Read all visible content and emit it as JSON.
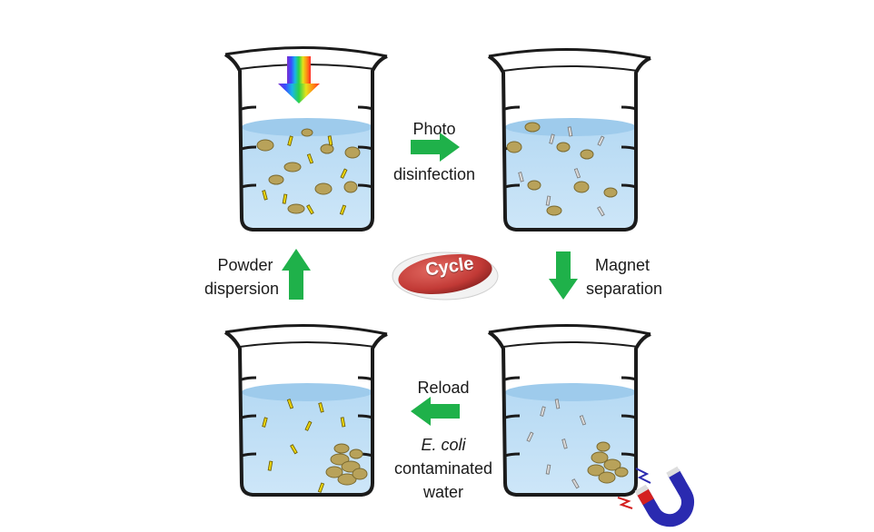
{
  "labels": {
    "photo": "Photo",
    "disinfection": "disinfection",
    "magnet": "Magnet",
    "separation": "separation",
    "reload": "Reload",
    "ecoli": "E. coli",
    "contaminated": "contaminated",
    "water": "water",
    "powder": "Powder",
    "dispersion": "dispersion",
    "cycle": "Cycle"
  },
  "colors": {
    "water_top": "#a9d2f0",
    "water_body": "#bddcf4",
    "arrow_green": "#1fb14a",
    "particle": "#b8a25a",
    "rod": "#e8d20c",
    "cycle_badge": "#c8403e",
    "magnet_red": "#d42020",
    "magnet_blue": "#2a2ab0"
  },
  "icons": [
    "rainbow-light-arrow-icon",
    "magnet-icon",
    "spark-icon"
  ]
}
